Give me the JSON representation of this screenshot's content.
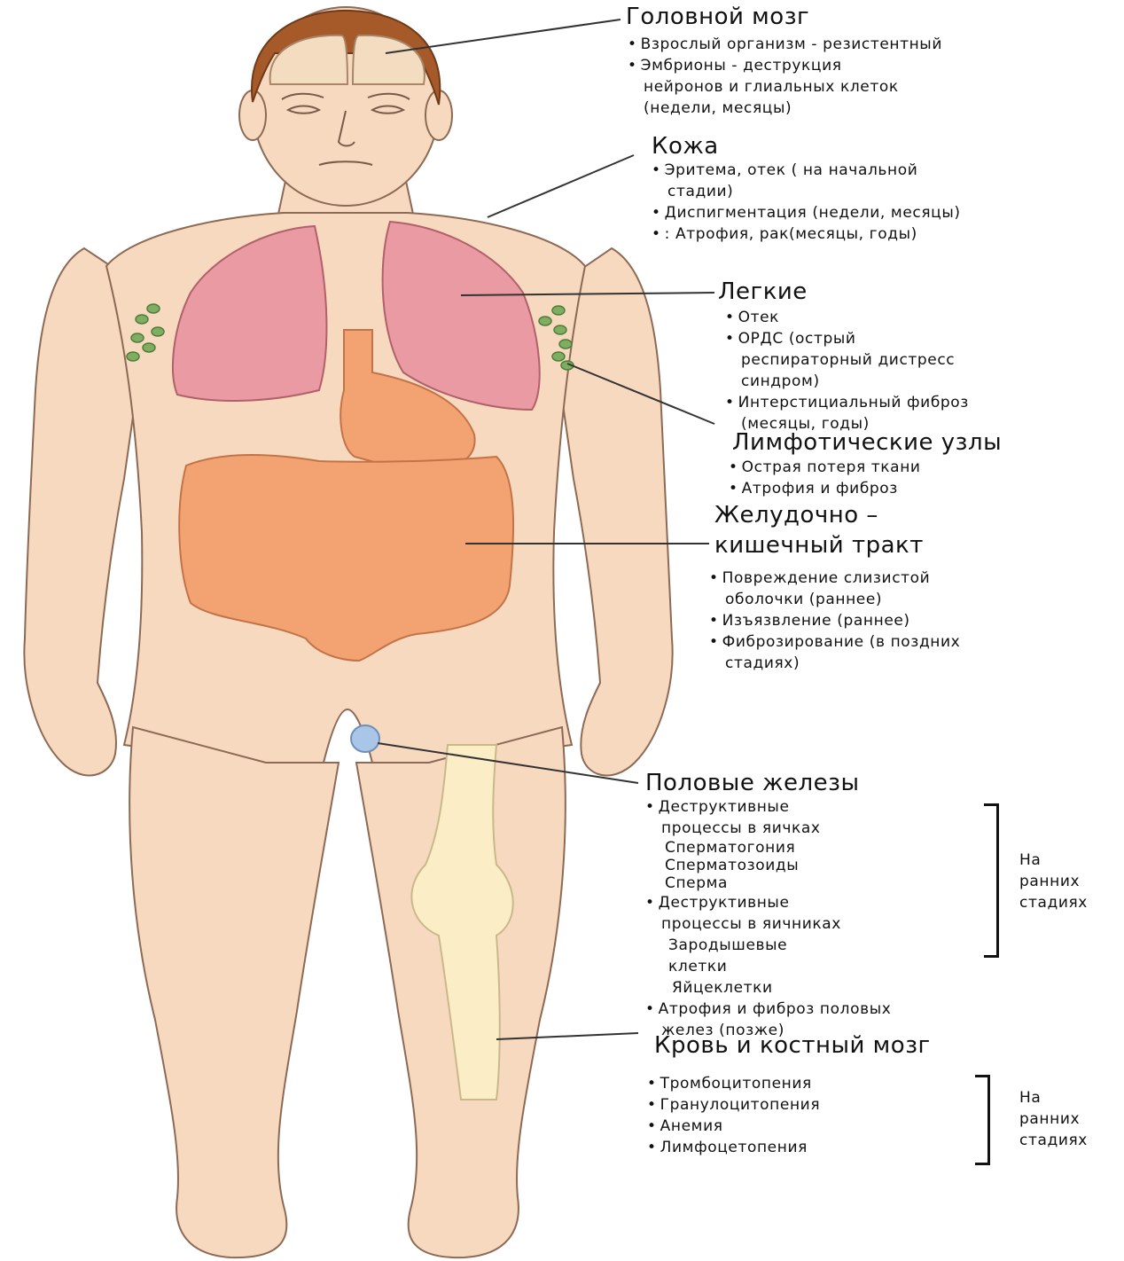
{
  "colors": {
    "skin": "#f7d9bf",
    "skin_outline": "#8c6a55",
    "hair": "#a65a2a",
    "brain": "#f3dcc0",
    "lungs": "#e99aa2",
    "gi_tract": "#f3a372",
    "lymph_nodes": "#7fae62",
    "gonad": "#a9c5e8",
    "bone": "#fbeec7",
    "leader_lines": "#333333"
  },
  "sections": {
    "brain": {
      "title": "Головной мозг",
      "items": [
        "Взрослый организм - резистентный",
        "Эмбрионы - деструкция",
        "нейронов и глиальных клеток",
        "(недели, месяцы)"
      ]
    },
    "skin": {
      "title": "Кожа",
      "items": [
        "Эритема, отек ( на начальной",
        "стадии)",
        "Диспигментация (недели, месяцы)",
        ": Атрофия, рак(месяцы, годы)"
      ]
    },
    "lungs": {
      "title": "Легкие",
      "items": [
        "Отек",
        "ОРДС (острый",
        "респираторный дистресс",
        "синдром)",
        "Интерстициальный фиброз",
        "(месяцы, годы)"
      ]
    },
    "lymph": {
      "title": "Лимфотические узлы",
      "items": [
        "Острая потеря ткани",
        "Атрофия и фиброз"
      ]
    },
    "gi": {
      "title_line1": "Желудочно –",
      "title_line2": "кишечный тракт",
      "items": [
        "Повреждение слизистой",
        "оболочки (раннее)",
        "Изъязвление (раннее)",
        "Фиброзирование (в поздних",
        "стадиях)"
      ]
    },
    "gonads": {
      "title": "Половые железы",
      "items": [
        "Деструктивные",
        "процессы в яичках",
        "Сперматогония",
        "Сперматозоиды",
        "Сперма",
        "Деструктивные",
        "процессы в яичниках",
        "Зародышевые",
        "клетки",
        "Яйцеклетки",
        "Атрофия и фиброз половых",
        "желез (позже)"
      ],
      "bracket_note": [
        "На",
        "ранних",
        "стадиях"
      ]
    },
    "blood": {
      "title": "Кровь и костный мозг",
      "items": [
        "Тромбоцитопения",
        "Гранулоцитопения",
        "Анемия",
        "Лимфоцетопения"
      ],
      "bracket_note": [
        "На",
        "ранних",
        "стадиях"
      ]
    }
  }
}
